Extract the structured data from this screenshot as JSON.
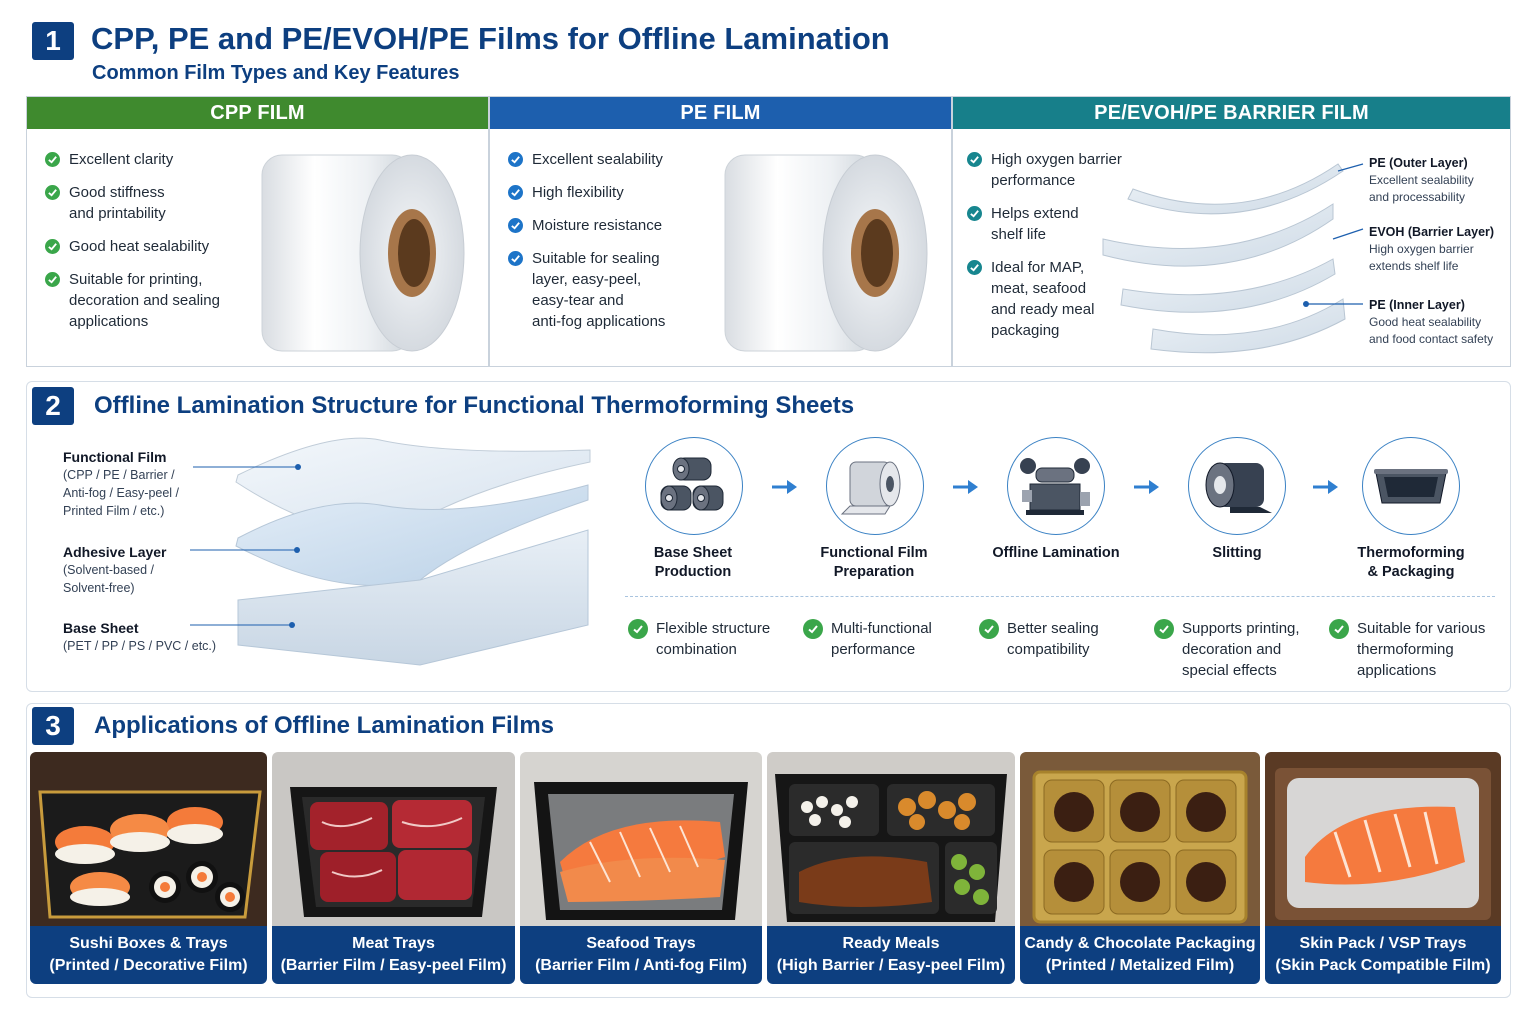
{
  "section1": {
    "number": "1",
    "title": "CPP, PE and PE/EVOH/PE Films for Offline Lamination",
    "subtitle": "Common Film Types and Key Features",
    "panels": [
      {
        "heading": "CPP FILM",
        "color": "#3f8a2e",
        "features": [
          "Excellent clarity",
          "Good stiffness\nand printability",
          "Good heat sealability",
          "Suitable for printing,\ndecoration and sealing\napplications"
        ]
      },
      {
        "heading": "PE FILM",
        "color": "#1d5fae",
        "features": [
          "Excellent sealability",
          "High flexibility",
          "Moisture resistance",
          "Suitable for sealing\nlayer, easy-peel,\neasy-tear and\nanti-fog applications"
        ]
      },
      {
        "heading": "PE/EVOH/PE BARRIER FILM",
        "color": "#177f8a",
        "features": [
          "High oxygen barrier\nperformance",
          "Helps extend\nshelf life",
          "Ideal for MAP,\nmeat, seafood\nand ready meal\npackaging"
        ],
        "layers": [
          {
            "name": "PE (Outer Layer)",
            "desc": "Excellent sealability\nand processability"
          },
          {
            "name": "EVOH (Barrier Layer)",
            "desc": "High oxygen barrier\nextends shelf life"
          },
          {
            "name": "PE (Inner Layer)",
            "desc": "Good heat sealability\nand food contact safety"
          }
        ]
      }
    ]
  },
  "section2": {
    "number": "2",
    "title": "Offline Lamination Structure for Functional Thermoforming Sheets",
    "layers": [
      {
        "name": "Functional Film",
        "desc": "(CPP / PE / Barrier /\nAnti-fog / Easy-peel /\nPrinted Film / etc.)"
      },
      {
        "name": "Adhesive Layer",
        "desc": "(Solvent-based /\nSolvent-free)"
      },
      {
        "name": "Base Sheet",
        "desc": "(PET / PP / PS / PVC / etc.)"
      }
    ],
    "steps": [
      {
        "label": "Base Sheet\nProduction",
        "icon": "rolls-icon"
      },
      {
        "label": "Functional Film\nPreparation",
        "icon": "film-roll-icon"
      },
      {
        "label": "Offline Lamination",
        "icon": "laminator-icon"
      },
      {
        "label": "Slitting",
        "icon": "slit-roll-icon"
      },
      {
        "label": "Thermoforming\n& Packaging",
        "icon": "tray-icon"
      }
    ],
    "benefits": [
      "Flexible structure\ncombination",
      "Multi-functional\nperformance",
      "Better sealing\ncompatibility",
      "Supports printing,\ndecoration and\nspecial effects",
      "Suitable for various\nthermoforming\napplications"
    ]
  },
  "section3": {
    "number": "3",
    "title": "Applications of Offline Lamination Films",
    "apps": [
      {
        "name": "Sushi Boxes & Trays",
        "film": "(Printed / Decorative Film)"
      },
      {
        "name": "Meat Trays",
        "film": "(Barrier Film / Easy-peel Film)"
      },
      {
        "name": "Seafood Trays",
        "film": "(Barrier Film / Anti-fog Film)"
      },
      {
        "name": "Ready Meals",
        "film": "(High Barrier / Easy-peel Film)"
      },
      {
        "name": "Candy & Chocolate Packaging",
        "film": "(Printed / Metalized Film)"
      },
      {
        "name": "Skin Pack / VSP Trays",
        "film": "(Skin Pack Compatible Film)"
      }
    ]
  },
  "colors": {
    "navy": "#0d3f80",
    "green": "#3aa64a",
    "blue": "#1d5fae",
    "teal": "#177f8a"
  }
}
